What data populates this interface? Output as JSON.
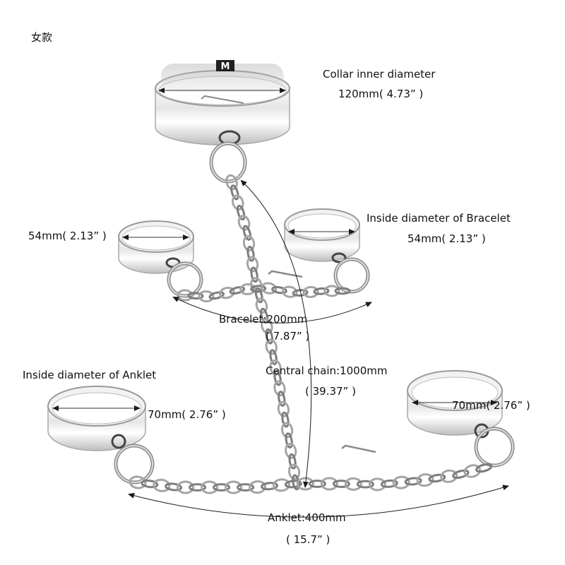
{
  "variant_label": "女款",
  "logo_letter": "M",
  "collar": {
    "title": "Collar inner diameter",
    "value": "120mm(  4.73” )"
  },
  "bracelet_left": {
    "value": "54mm(  2.13” )"
  },
  "bracelet_right": {
    "title": "Inside diameter of Bracelet",
    "value": "54mm(  2.13” )"
  },
  "bracelet_chain": {
    "label": "Bracelet:200mm",
    "value": "(  7.87” )"
  },
  "central_chain": {
    "label": "Central chain:1000mm",
    "value": "(  39.37” )"
  },
  "anklet_left": {
    "title": "Inside diameter of Anklet",
    "value": "70mm(  2.76” )"
  },
  "anklet_right": {
    "value": "70mm(  2.76” )"
  },
  "anklet_chain": {
    "label": "Anklet:400mm",
    "value": "(  15.7” )"
  },
  "colors": {
    "metal_light": "#f4f4f4",
    "metal_mid": "#c9c9c9",
    "metal_dark": "#8a8a8a",
    "chain": "#9a9a9a",
    "arrow": "#1a1a1a",
    "logo_bg": "#1f1f1f"
  }
}
